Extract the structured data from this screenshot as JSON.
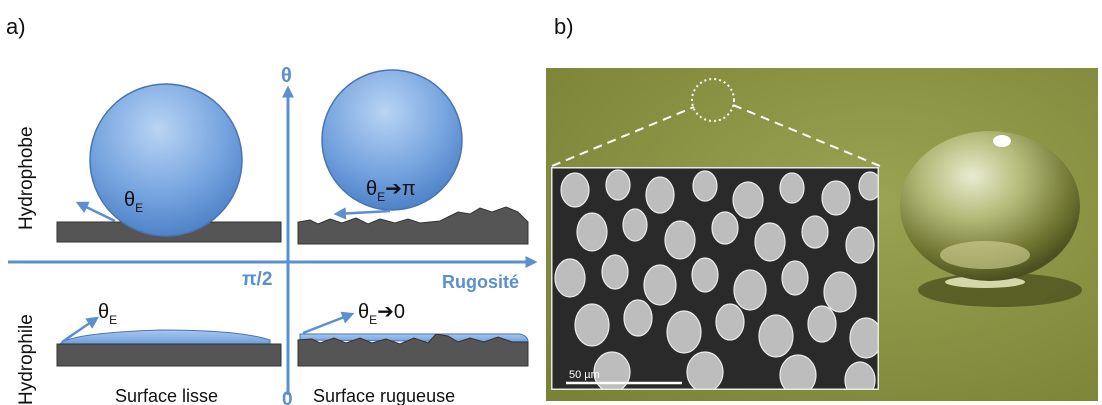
{
  "panels": {
    "a": "a)",
    "b": "b)"
  },
  "axes": {
    "y_top": "θ",
    "origin_label": "π/2",
    "y_bottom": "0",
    "x_label": "Rugosité"
  },
  "rows": {
    "top": "Hydrophobe",
    "bottom": "Hydrophile"
  },
  "columns": {
    "left": "Surface lisse",
    "right": "Surface rugueuse"
  },
  "annotations": {
    "smooth_hydrophobe": {
      "symbol": "θ",
      "sub": "E",
      "suffix": ""
    },
    "rough_hydrophobe": {
      "symbol": "θ",
      "sub": "E",
      "suffix": "➔π"
    },
    "smooth_hydrophile": {
      "symbol": "θ",
      "sub": "E",
      "suffix": ""
    },
    "rough_hydrophile": {
      "symbol": "θ",
      "sub": "E",
      "suffix": "➔0"
    }
  },
  "photo": {
    "scale_bar": "50 µm"
  },
  "colors": {
    "axis": "#5b8fd0",
    "drop": "#6f9fdc",
    "substrate": "#555555",
    "background_photo": "#8a9440"
  }
}
